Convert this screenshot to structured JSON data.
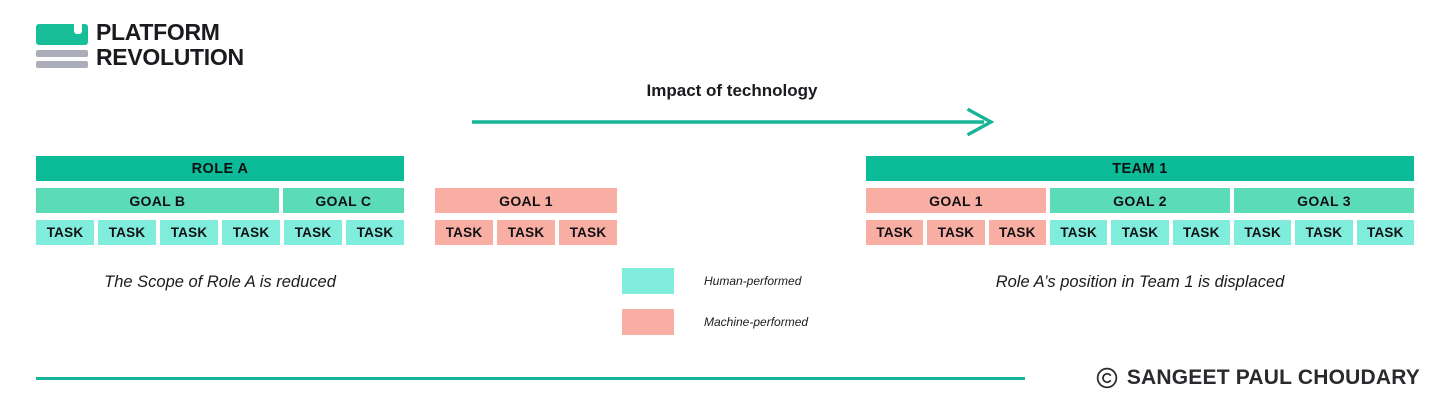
{
  "brand": {
    "logo_line1": "PLATFORM",
    "logo_line2": "REVOLUTION",
    "logo_mark_color": "#17BE97",
    "logo_bar_color": "#ABAEB8"
  },
  "header": {
    "arrow_title": "Impact of technology",
    "arrow_color": "#17B597"
  },
  "palette": {
    "role": "#0CBC98",
    "goal_human": "#5BDCB7",
    "task_human": "#80EDDC",
    "machine": "#F9AEA3",
    "text": "#101014"
  },
  "groups": {
    "before": {
      "role": {
        "label": "ROLE A",
        "kind": "human"
      },
      "goals": [
        {
          "label": "GOAL B",
          "kind": "human",
          "span": 4
        },
        {
          "label": "GOAL C",
          "kind": "human",
          "span": 2
        }
      ],
      "tasks": [
        {
          "label": "TASK",
          "kind": "human"
        },
        {
          "label": "TASK",
          "kind": "human"
        },
        {
          "label": "TASK",
          "kind": "human"
        },
        {
          "label": "TASK",
          "kind": "human"
        },
        {
          "label": "TASK",
          "kind": "human"
        },
        {
          "label": "TASK",
          "kind": "human"
        }
      ],
      "caption": "The Scope of Role A is reduced"
    },
    "middle": {
      "role": null,
      "goals": [
        {
          "label": "GOAL 1",
          "kind": "machine",
          "span": 3
        }
      ],
      "tasks": [
        {
          "label": "TASK",
          "kind": "machine"
        },
        {
          "label": "TASK",
          "kind": "machine"
        },
        {
          "label": "TASK",
          "kind": "machine"
        }
      ],
      "caption": ""
    },
    "after": {
      "role": {
        "label": "TEAM 1",
        "kind": "human"
      },
      "goals": [
        {
          "label": "GOAL 1",
          "kind": "machine",
          "span": 3
        },
        {
          "label": "GOAL 2",
          "kind": "human",
          "span": 3
        },
        {
          "label": "GOAL 3",
          "kind": "human",
          "span": 3
        }
      ],
      "tasks": [
        {
          "label": "TASK",
          "kind": "machine"
        },
        {
          "label": "TASK",
          "kind": "machine"
        },
        {
          "label": "TASK",
          "kind": "machine"
        },
        {
          "label": "TASK",
          "kind": "human"
        },
        {
          "label": "TASK",
          "kind": "human"
        },
        {
          "label": "TASK",
          "kind": "human"
        },
        {
          "label": "TASK",
          "kind": "human"
        },
        {
          "label": "TASK",
          "kind": "human"
        },
        {
          "label": "TASK",
          "kind": "human"
        }
      ],
      "caption": "Role A’s position in Team 1 is displaced"
    }
  },
  "legend": {
    "items": [
      {
        "label": "Human-performed",
        "color": "#80EDDC"
      },
      {
        "label": "Machine-performed",
        "color": "#F9AEA3"
      }
    ]
  },
  "footer": {
    "copyright_symbol": "copyright-icon",
    "copyright_text": "SANGEET PAUL CHOUDARY",
    "rule_color": "#17B597"
  }
}
